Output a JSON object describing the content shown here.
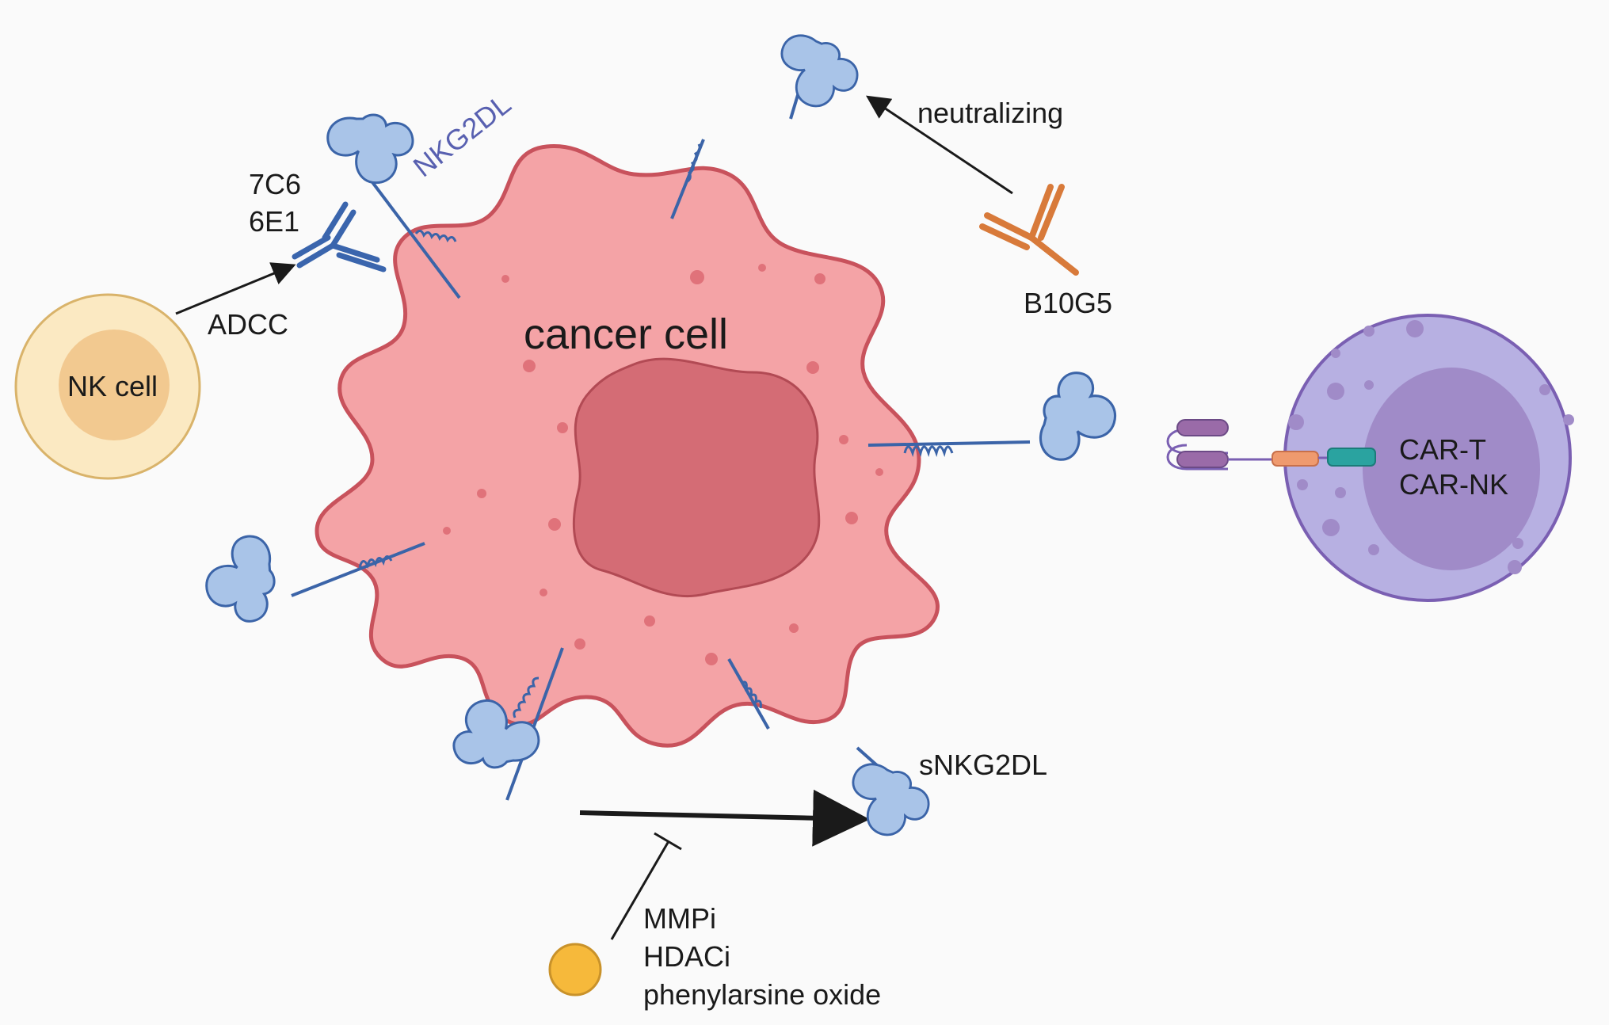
{
  "labels": {
    "nk_cell": "NK cell",
    "cancer_cell": "cancer cell",
    "antibody_7c6": "7C6",
    "antibody_6e1": "6E1",
    "adcc": "ADCC",
    "nkg2dl": "NKG2DL",
    "neutralizing": "neutralizing",
    "b10g5": "B10G5",
    "car_t": "CAR-T",
    "car_nk": "CAR-NK",
    "snkg2dl": "sNKG2DL",
    "mmpi": "MMPi",
    "hdaci": "HDACi",
    "phenylarsine_oxide": "phenylarsine oxide"
  },
  "colors": {
    "nk_outer": "#fbe9c2",
    "nk_inner": "#f2c990",
    "nk_stroke": "#d9b36a",
    "cancer_fill": "#f4a3a6",
    "cancer_stroke": "#c8525c",
    "nucleus_fill": "#d46c75",
    "ligand_fill": "#a9c4e8",
    "ligand_stroke": "#3b64a8",
    "antibody_blue": "#3a65ad",
    "antibody_orange": "#d87a3a",
    "car_outer": "#b7b0e2",
    "car_inner": "#a08bc8",
    "car_stroke": "#7a5fb2",
    "inhibitor_dot": "#f6b93b",
    "nkg2dl_text": "#5860b0"
  }
}
